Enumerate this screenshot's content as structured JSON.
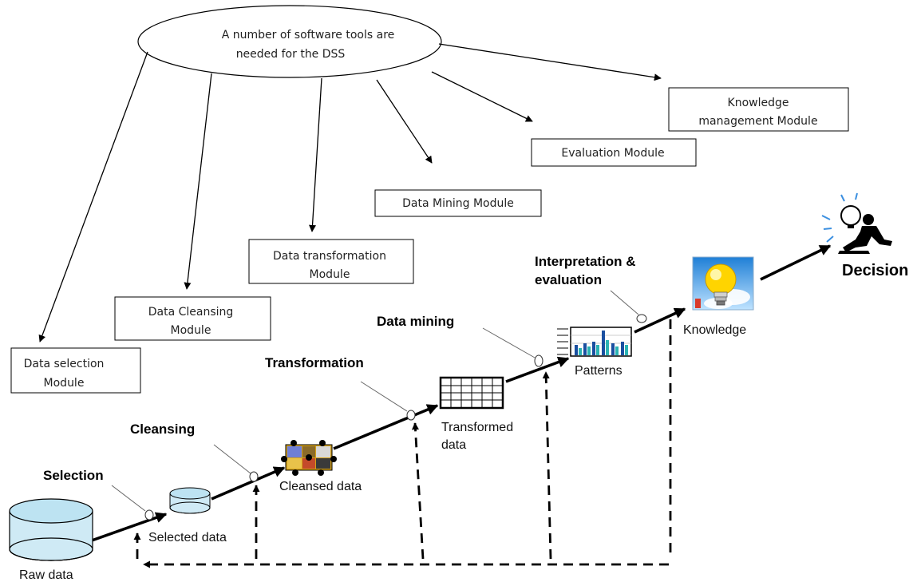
{
  "ellipse_text": {
    "line1": "A number of software tools are",
    "line2": "needed for the DSS"
  },
  "modules": {
    "knowledge_management": {
      "line1": "Knowledge",
      "line2": "management Module"
    },
    "evaluation": {
      "line1": "Evaluation Module"
    },
    "data_mining": {
      "line1": "Data Mining Module"
    },
    "data_transformation": {
      "line1": "Data transformation",
      "line2": "Module"
    },
    "data_cleansing": {
      "line1": "Data Cleansing",
      "line2": "Module"
    },
    "data_selection": {
      "line1": "Data selection",
      "line2": "Module"
    }
  },
  "steps": {
    "selection": "Selection",
    "cleansing": "Cleansing",
    "transformation": "Transformation",
    "data_mining": "Data mining",
    "interpretation_line1": "Interpretation  &",
    "interpretation_line2": "evaluation"
  },
  "artifacts": {
    "raw_data": "Raw data",
    "selected_data": "Selected data",
    "cleansed_data": "Cleansed data",
    "transformed_data_line1": "Transformed",
    "transformed_data_line2": "data",
    "patterns": "Patterns",
    "knowledge": "Knowledge",
    "decision": "Decision"
  },
  "icons": [
    "database-cylinder-icon",
    "puzzle-pieces-icon",
    "grid-table-icon",
    "bar-chart-icon",
    "lightbulb-icon",
    "thinking-person-icon"
  ]
}
